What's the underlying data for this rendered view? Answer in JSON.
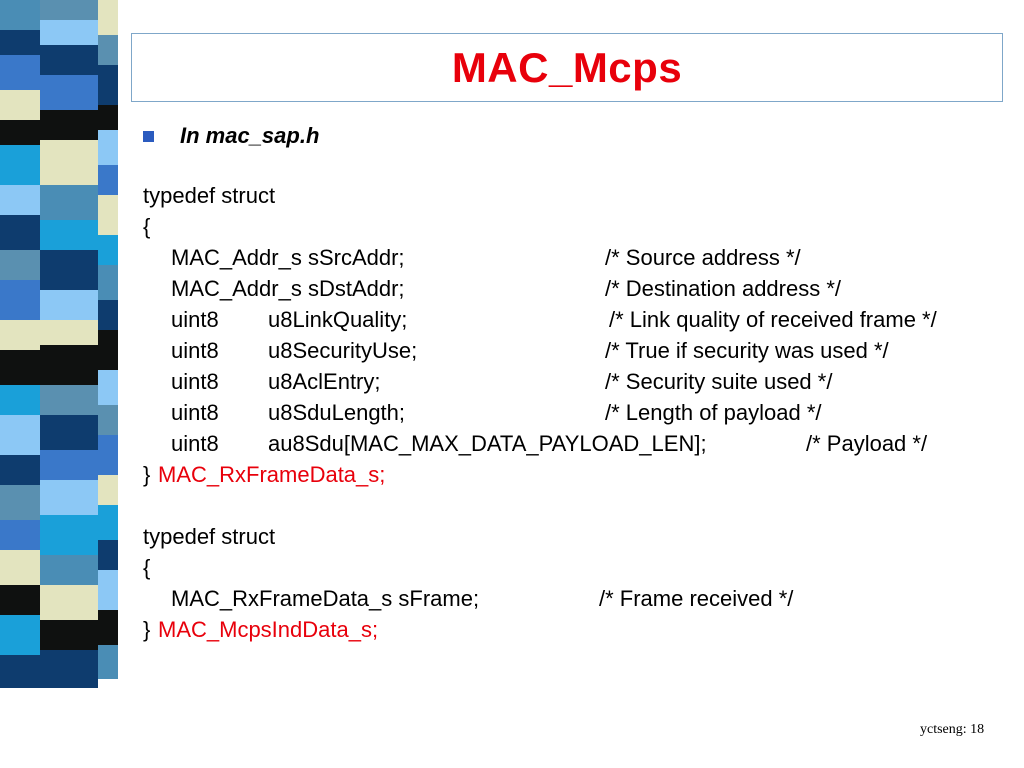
{
  "slide": {
    "title": "MAC_Mcps",
    "bullet": "In mac_sap.h",
    "footer": "yctseng: 18"
  },
  "code": {
    "struct1_typedef": "typedef struct",
    "struct1_open": "{",
    "fields1": [
      {
        "type": "MAC_Addr_s sSrcAddr;",
        "name": "",
        "comment": "/* Source address */"
      },
      {
        "type": "MAC_Addr_s sDstAddr;",
        "name": "",
        "comment": "/* Destination address */"
      },
      {
        "type": "uint8",
        "name": "u8LinkQuality;",
        "comment": "/* Link quality of received frame */"
      },
      {
        "type": "uint8",
        "name": "u8SecurityUse;",
        "comment": "/* True if security was used */"
      },
      {
        "type": "uint8",
        "name": "u8AclEntry;",
        "comment": "/* Security suite used */"
      },
      {
        "type": "uint8",
        "name": "u8SduLength;",
        "comment": "/* Length of payload */"
      },
      {
        "type": "uint8",
        "name": "au8Sdu[MAC_MAX_DATA_PAYLOAD_LEN];",
        "comment": "/* Payload */"
      }
    ],
    "struct1_close_brace": "}",
    "struct1_name": "MAC_RxFrameData_s;",
    "struct2_typedef": "typedef struct",
    "struct2_open": "{",
    "field2_decl": "MAC_RxFrameData_s sFrame;",
    "field2_comment": "/* Frame received */",
    "struct2_close_brace": "}",
    "struct2_name": "MAC_McpsIndData_s;"
  },
  "colors": {
    "title": "#e8000b",
    "bullet": "#2b5bbf",
    "struct_name": "#e8000b",
    "stripe_palette": [
      "#4a8db5",
      "#0e3c6e",
      "#3a78c9",
      "#0f1110",
      "#e3e4bf",
      "#1aa0d9",
      "#8cc8f5",
      "#5a90b0"
    ]
  }
}
